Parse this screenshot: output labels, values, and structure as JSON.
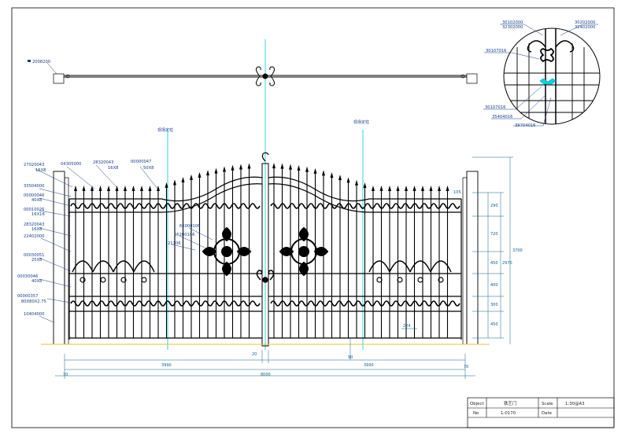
{
  "colors": {
    "ink": "#000000",
    "leader": "#1a3d8a",
    "dimension": "#10608a",
    "centerline": "#00c8d8",
    "highlight": "#00d4e6",
    "ground": "#e8c040"
  },
  "centerline_labels": {
    "left": "现场定柱",
    "right": "现场定柱"
  },
  "top_assembly": {
    "part": "2008200"
  },
  "detail": {
    "parts": {
      "p1": "30102000",
      "p2": "32302000",
      "p3": "30202000",
      "p4": "32402000",
      "p5": "30107016",
      "p6": "30107016",
      "p7": "35404016",
      "p8": "39704016"
    }
  },
  "left_parts": [
    {
      "code": "27020043",
      "size": "16X8"
    },
    {
      "code": "04305000",
      "size": ""
    },
    {
      "code": "28320043",
      "size": "16X8"
    },
    {
      "code": "00000047",
      "size": "50X8"
    },
    {
      "code": "33504000",
      "size": ""
    },
    {
      "code": "00000046",
      "size": "40X8"
    },
    {
      "code": "00010026",
      "size": "16X16"
    },
    {
      "code": "28320043",
      "size": "16X8"
    },
    {
      "code": "22402000",
      "size": ""
    },
    {
      "code": "00030051",
      "size": "25X8"
    },
    {
      "code": "00030046",
      "size": "40X8"
    },
    {
      "code": "00000357",
      "size": "80X80X2.75"
    },
    {
      "code": "10404000",
      "size": ""
    }
  ],
  "center_parts": {
    "a": "66000106",
    "b": "66200106",
    "c": "21106"
  },
  "dimensions": {
    "right_rows": [
      "290",
      "720",
      "450",
      "400",
      "300",
      "450"
    ],
    "total_height": "3700",
    "inner_height": "2970",
    "top_small": "105",
    "inner_gap": "224",
    "post_left": "70",
    "post_right": "70",
    "gap_center": "20",
    "gap_bottom": "90",
    "leaf_left": "3990",
    "leaf_right": "3990",
    "overall": "8000"
  },
  "title_block": {
    "object_label": "Object",
    "object_value": "铁艺门",
    "scale_label": "Scale",
    "scale_value": "1:30@A3",
    "no_label": "No",
    "no_value": "1-0170",
    "date_label": "Date",
    "date_value": ""
  }
}
